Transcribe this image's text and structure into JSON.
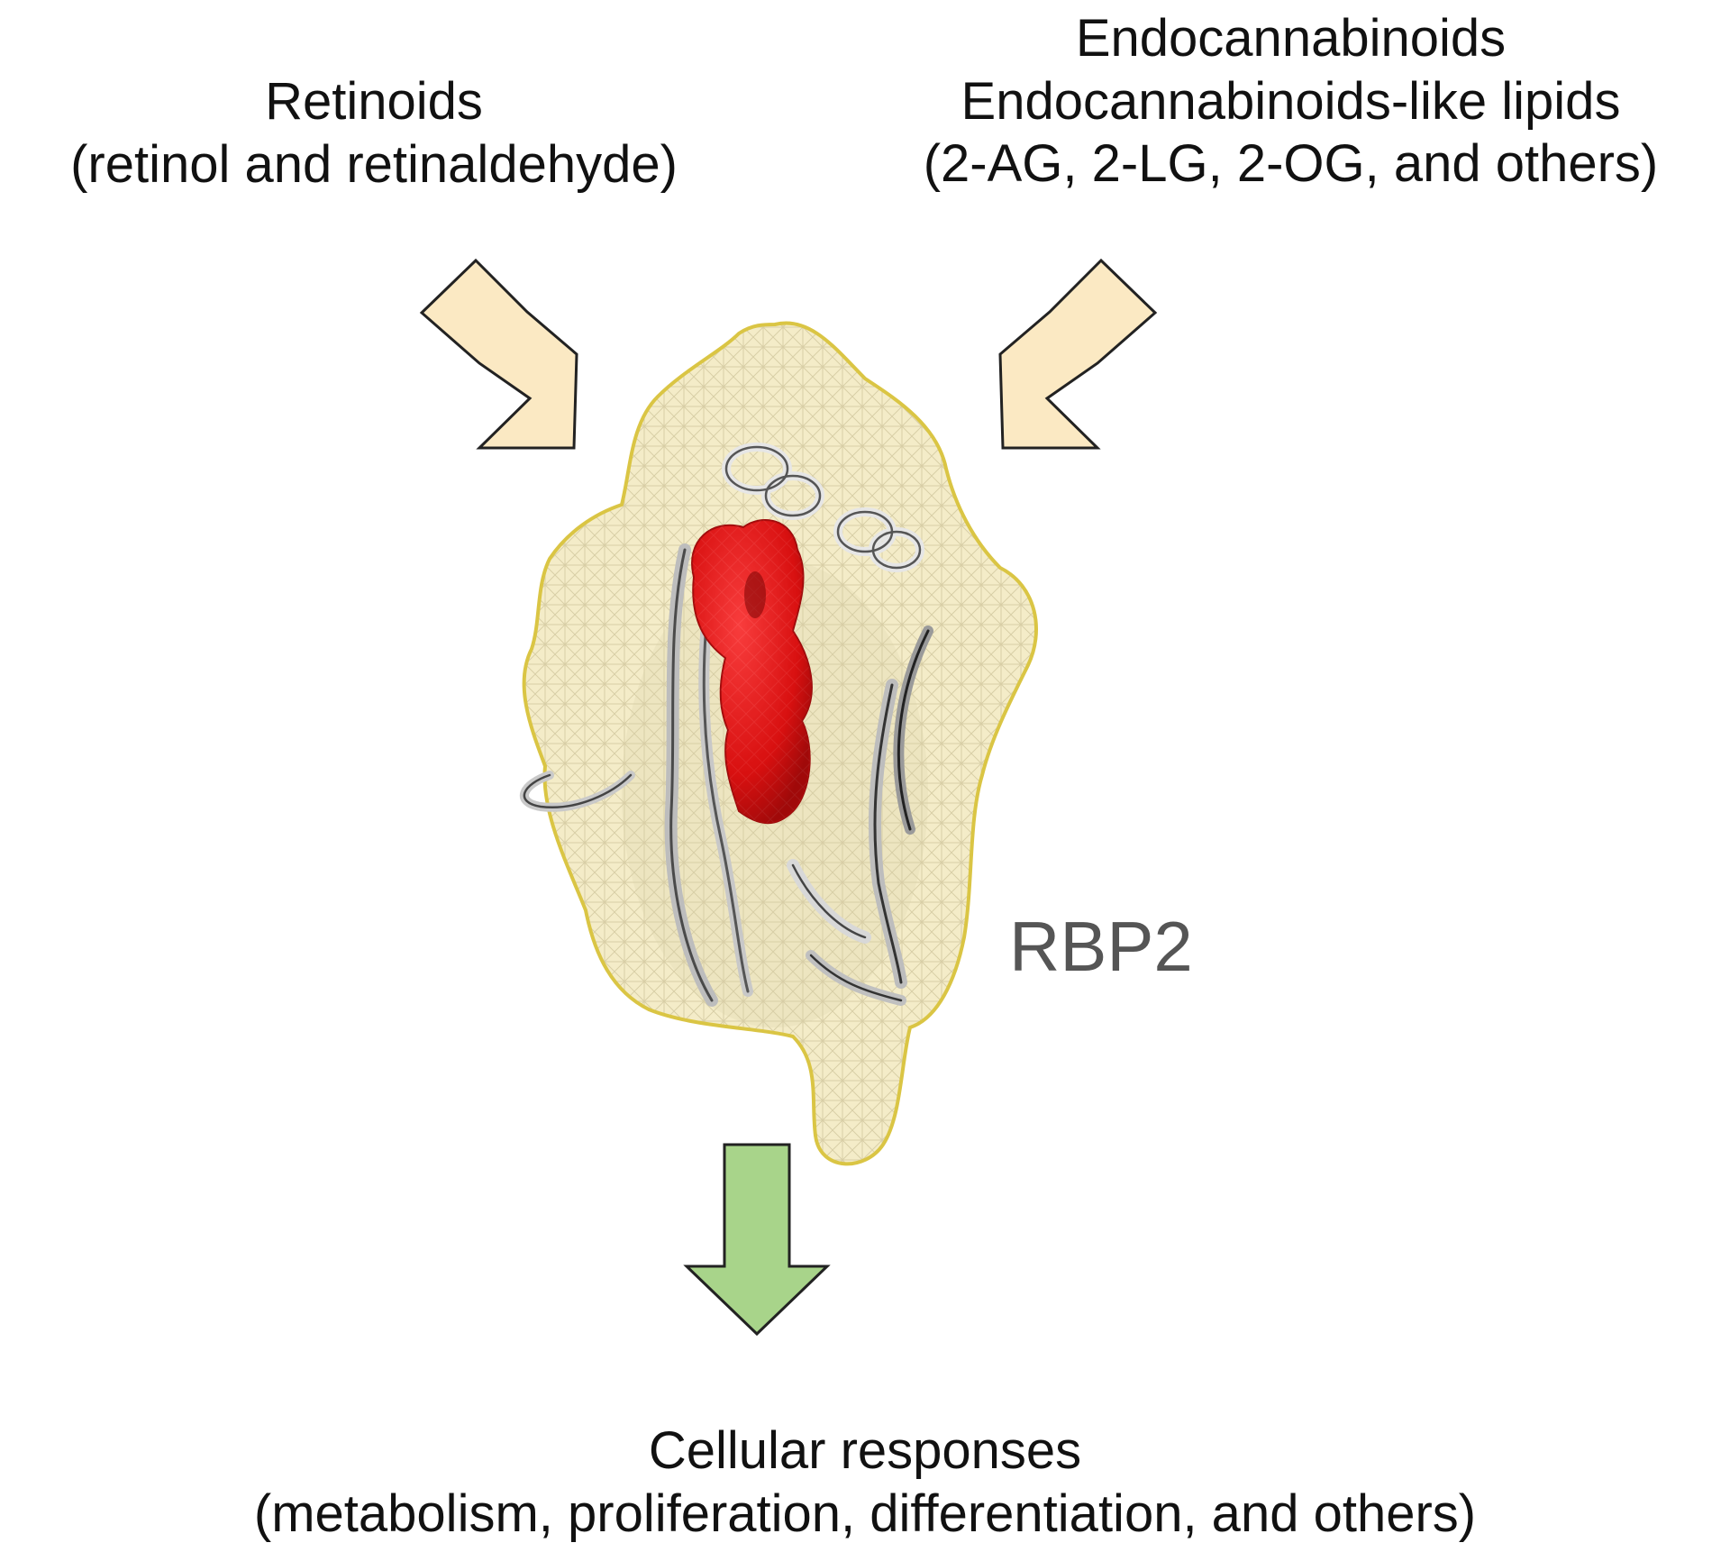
{
  "inputs": {
    "retinoids": {
      "title": "Retinoids",
      "detail": "(retinol and retinaldehyde)"
    },
    "endocannabinoids": {
      "line1": "Endocannabinoids",
      "line2": "Endocannabinoids-like lipids",
      "line3": "(2-AG, 2-LG, 2-OG, and others)"
    }
  },
  "protein": {
    "name": "RBP2"
  },
  "output": {
    "title": "Cellular responses",
    "detail": "(metabolism, proliferation, differentiation, and others)"
  },
  "colors": {
    "input_arrow_fill": "#fbe9c3",
    "output_arrow_fill": "#a8d48a",
    "surface_mesh": "#f0e4a8",
    "surface_outline": "#d9c23a",
    "ligand": "#e01010",
    "ribbon": "#cfcfcf",
    "protein_label": "#555555"
  },
  "icons": {
    "input_arrow_left": "down-right-arrow-icon",
    "input_arrow_right": "down-left-arrow-icon",
    "output_arrow": "down-arrow-icon"
  }
}
